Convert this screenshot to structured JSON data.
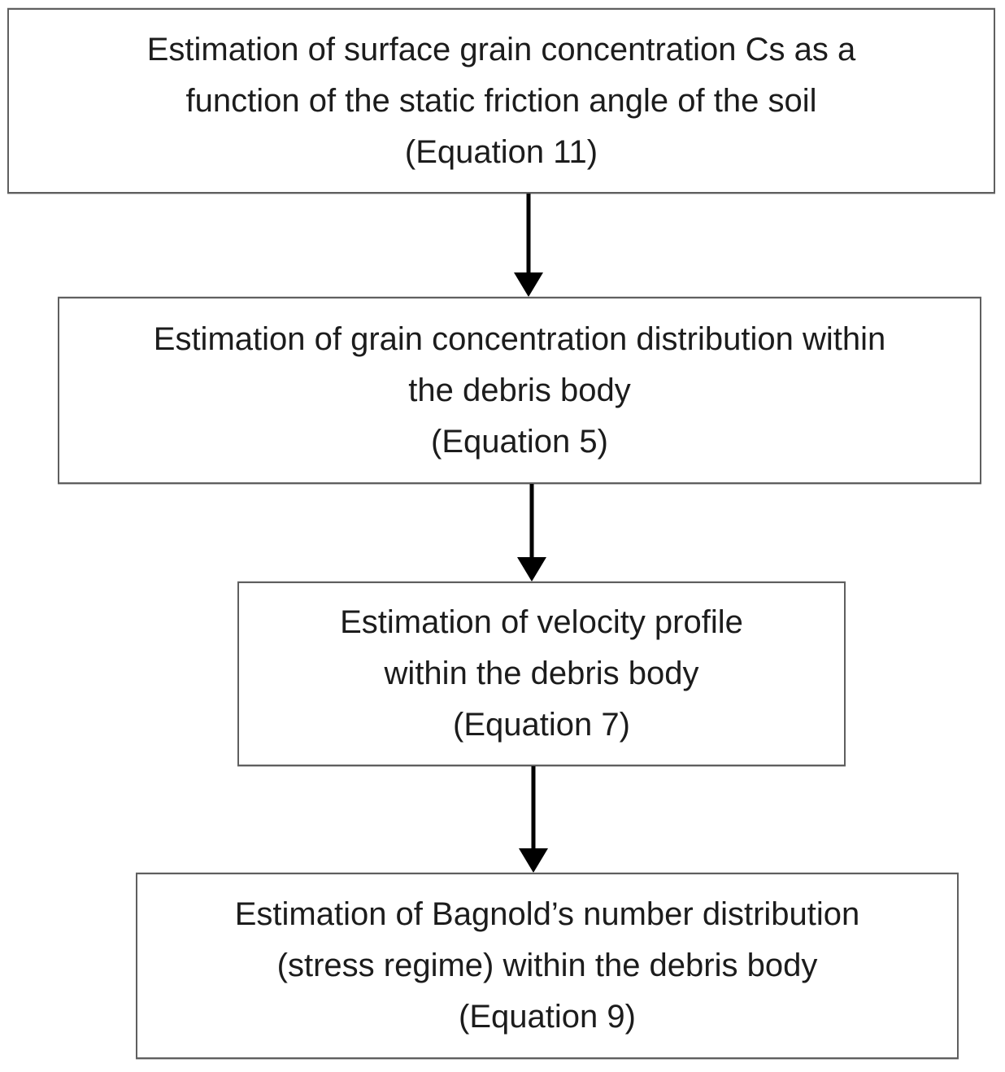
{
  "colors": {
    "background": "#ffffff",
    "box_border": "#5f5f5f",
    "box_fill": "#ffffff",
    "text": "#1c1c1c",
    "arrow": "#000000"
  },
  "flowchart": {
    "boxes": [
      {
        "name": "surface-grain-concentration",
        "lines": [
          "Estimation of surface grain concentration Cs as a",
          "function of the static friction angle of the soil",
          "(Equation 11)"
        ]
      },
      {
        "name": "grain-concentration-distribution",
        "lines": [
          "Estimation of grain concentration distribution within",
          "the debris body",
          "(Equation 5)"
        ]
      },
      {
        "name": "velocity-profile",
        "lines": [
          "Estimation of velocity profile",
          "within the debris body",
          "(Equation 7)"
        ]
      },
      {
        "name": "bagnolds-number-distribution",
        "lines": [
          "Estimation of Bagnold’s number distribution",
          "(stress regime) within the debris body",
          "(Equation 9)"
        ]
      }
    ],
    "connections": [
      {
        "from": "surface-grain-concentration",
        "to": "grain-concentration-distribution"
      },
      {
        "from": "grain-concentration-distribution",
        "to": "velocity-profile"
      },
      {
        "from": "velocity-profile",
        "to": "bagnolds-number-distribution"
      }
    ]
  }
}
